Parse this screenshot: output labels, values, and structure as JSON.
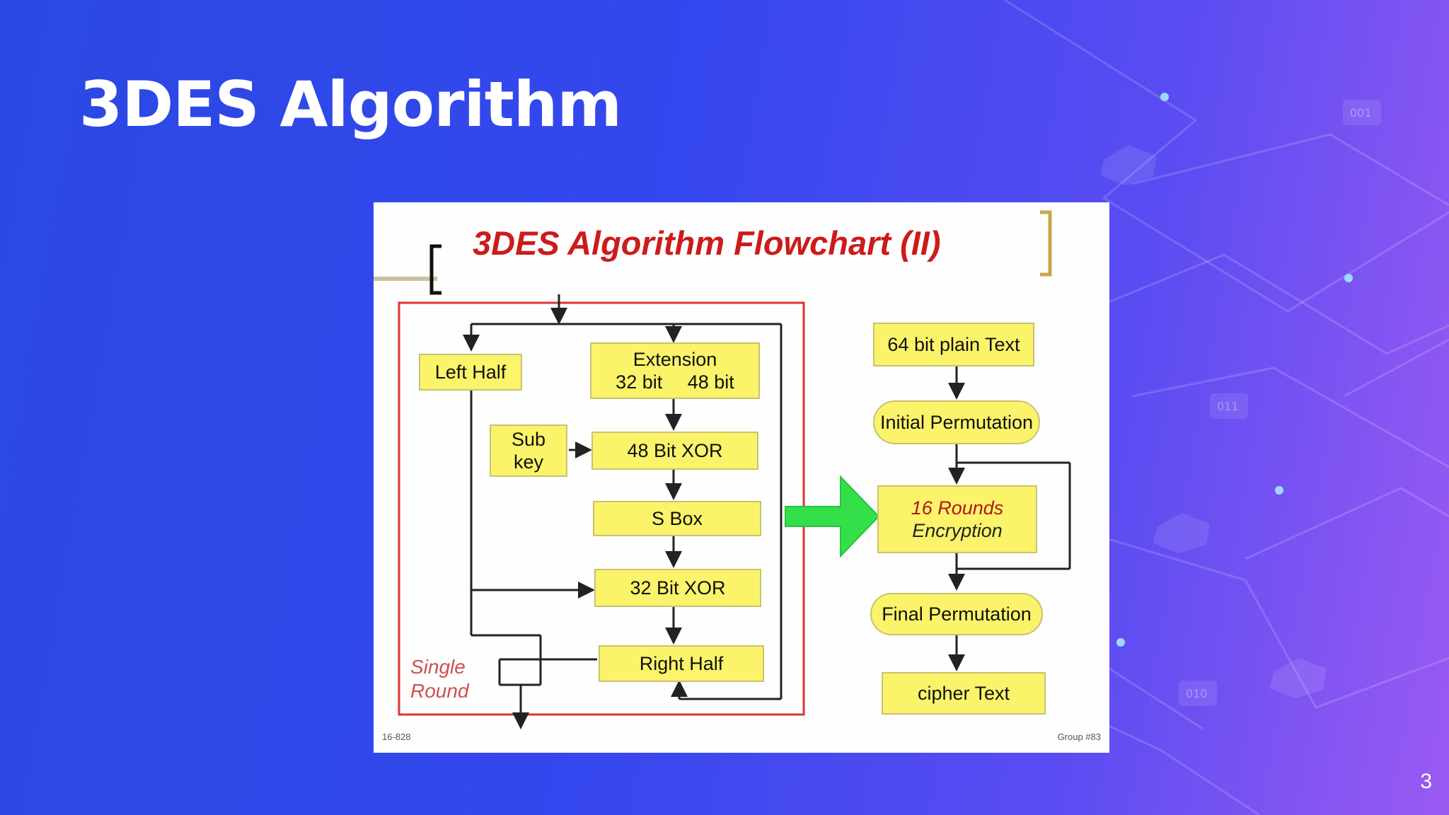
{
  "slide": {
    "title": "3DES Algorithm",
    "page_number": "3"
  },
  "figure": {
    "title": "3DES Algorithm Flowchart (II)",
    "round_label_1": "Single",
    "round_label_2": "Round",
    "note_left": "16-828",
    "note_right": "Group #83",
    "left_half": "Left Half",
    "extension": "Extension",
    "extension_from": "32 bit",
    "extension_to": "48 bit",
    "sub_key_1": "Sub",
    "sub_key_2": "key",
    "xor48": "48 Bit XOR",
    "sbox": "S Box",
    "xor32": "32 Bit XOR",
    "right_half": "Right Half",
    "plain_text": "64 bit plain Text",
    "initial_perm": "Initial Permutation",
    "rounds_1": "16 Rounds",
    "rounds_2": "Encryption",
    "final_perm": "Final Permutation",
    "cipher_text": "cipher Text"
  },
  "decor": {
    "badges": [
      "001",
      "011",
      "010"
    ]
  },
  "colors": {
    "box_fill": "#fbf36a",
    "title_red": "#cc1b1b",
    "arrow_green": "#33e04a"
  }
}
